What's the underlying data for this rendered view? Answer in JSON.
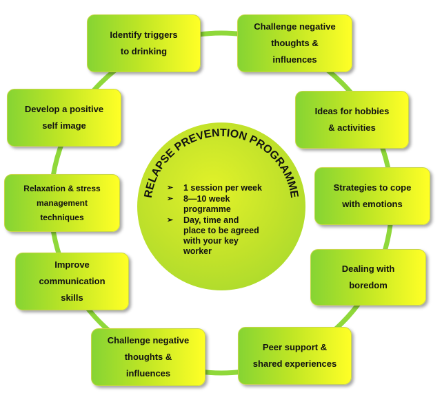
{
  "center": {
    "title": "RELAPSE PREVENTION PROGRAMME",
    "bullets": [
      {
        "lines": [
          "1 session per week"
        ]
      },
      {
        "lines": [
          "8—10 week",
          "programme"
        ]
      },
      {
        "lines": [
          "Day, time and",
          "place to be agreed",
          "with your key",
          "worker"
        ]
      }
    ]
  },
  "boxes": [
    {
      "id": "identify-triggers",
      "lines": [
        "Identify triggers",
        "to drinking"
      ]
    },
    {
      "id": "challenge-negative-top",
      "lines": [
        "Challenge negative",
        "thoughts &",
        "influences"
      ]
    },
    {
      "id": "hobbies",
      "lines": [
        "Ideas for hobbies",
        "& activities"
      ]
    },
    {
      "id": "cope-emotions",
      "lines": [
        "Strategies to cope",
        "with emotions"
      ]
    },
    {
      "id": "boredom",
      "lines": [
        "Dealing with",
        "boredom"
      ]
    },
    {
      "id": "peer-support",
      "lines": [
        "Peer support &",
        "shared experiences"
      ]
    },
    {
      "id": "challenge-negative-bottom",
      "lines": [
        "Challenge negative",
        "thoughts &",
        "influences"
      ]
    },
    {
      "id": "communication",
      "lines": [
        "Improve",
        "communication",
        "skills"
      ]
    },
    {
      "id": "relaxation",
      "lines": [
        "Relaxation & stress",
        "management",
        "techniques"
      ]
    },
    {
      "id": "self-image",
      "lines": [
        "Develop a positive",
        "self image"
      ]
    }
  ]
}
